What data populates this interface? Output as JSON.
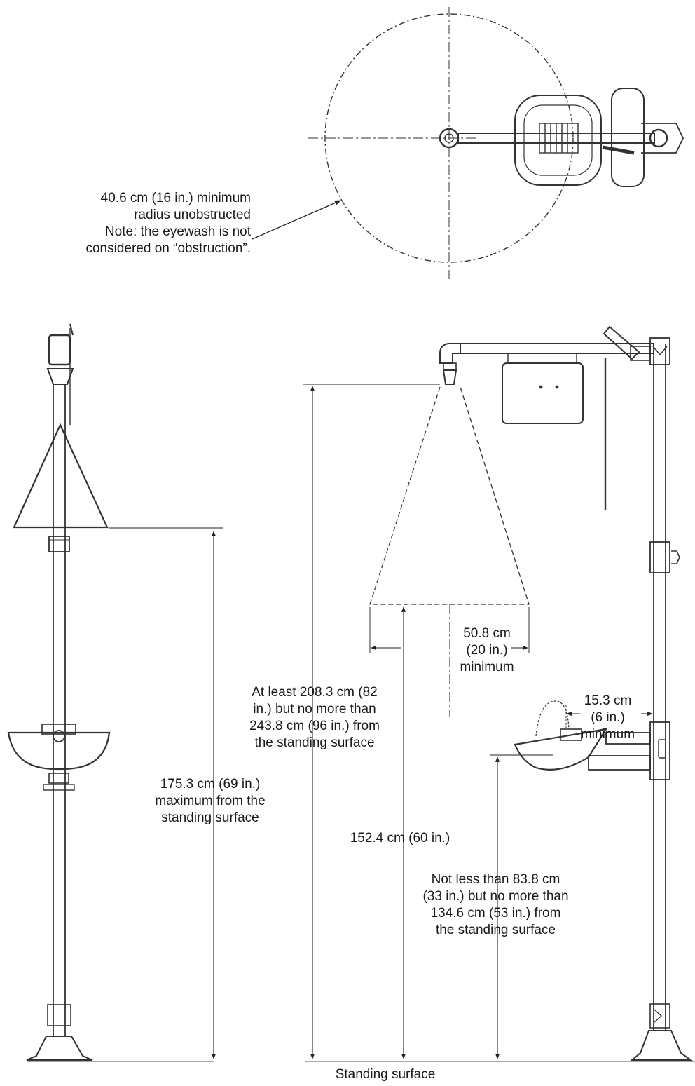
{
  "labels": {
    "radius_note": [
      "40.6 cm (16 in.) minimum",
      "radius unobstructed",
      "Note: the eyewash is not",
      "considered on “obstruction”."
    ],
    "spray_width": [
      "50.8 cm",
      "(20 in.)",
      "minimum"
    ],
    "shower_height": [
      "At least 208.3 cm (82",
      "in.) but no more than",
      "243.8 cm (96 in.) from",
      "the standing surface"
    ],
    "eyewash_clearance": [
      "15.3 cm",
      "(6 in.)",
      "minimum"
    ],
    "handle_height": [
      "175.3 cm (69 in.)",
      "maximum from the",
      "standing surface"
    ],
    "spray_cone_height": [
      "152.4 cm (60 in.)"
    ],
    "eyewash_height": [
      "Not less than 83.8 cm",
      "(33 in.) but no more than",
      "134.6 cm (53 in.) from",
      "the standing surface"
    ],
    "floor": [
      "Standing surface"
    ]
  }
}
